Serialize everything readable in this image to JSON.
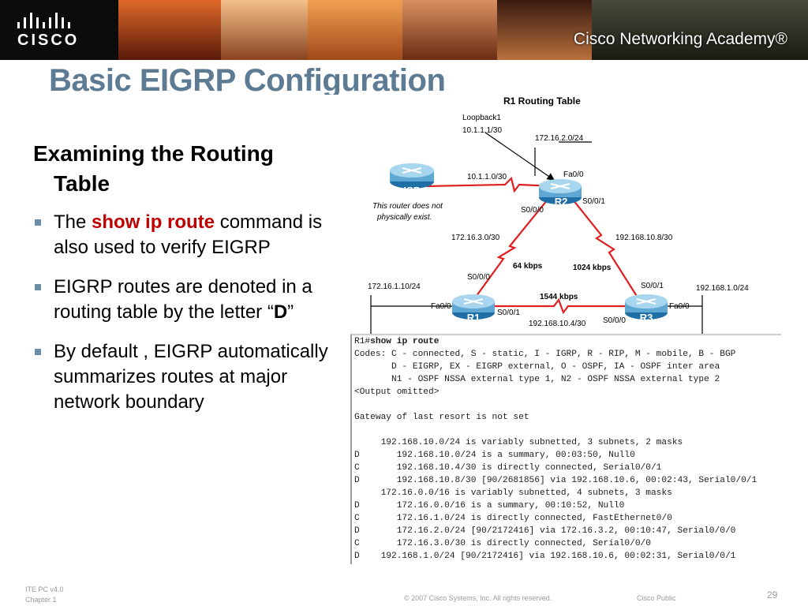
{
  "header": {
    "logo_text": "CISCO",
    "brand_text": "Cisco Networking Academy®"
  },
  "slide": {
    "title": "Basic EIGRP Configuration",
    "heading_line1": "Examining the Routing",
    "heading_line2": "Table",
    "bullets": [
      {
        "pre": "The ",
        "highlight": "show ip route",
        "post": " command is also used to verify EIGRP"
      },
      {
        "pre": "EIGRP routes are denoted in a routing table by the letter “",
        "highlight": "D",
        "post": "”"
      },
      {
        "pre": "By default , EIGRP automatically summarizes routes at major network boundary",
        "highlight": "",
        "post": ""
      }
    ]
  },
  "diagram": {
    "title": "R1 Routing Table",
    "loopback_label": "Loopback1",
    "loopback_ip": "10.1.1.1/30",
    "isp_label": "ISP",
    "isp_note_line1": "This router does not",
    "isp_note_line2": "physically exist.",
    "routers": [
      "R1",
      "R2",
      "R3"
    ],
    "labels": {
      "net_r2_lan": "172.16.2.0/24",
      "net_isp_r2": "10.1.1.0/30",
      "r2_fa00": "Fa0/0",
      "r2_s001": "S0/0/1",
      "r2_s000": "S0/0/0",
      "net_r1_r2": "172.16.3.0/30",
      "net_r2_r3": "192.168.10.8/30",
      "bw_r1_r2": "64 kbps",
      "bw_r2_r3": "1024 kbps",
      "r1_s000": "S0/0/0",
      "r3_s001": "S0/0/1",
      "net_r1_lan": "172.16.1.10/24",
      "net_r3_lan": "192.168.1.0/24",
      "bw_r1_r3": "1544 kbps",
      "r1_fa00": "Fa0/0",
      "r1_s001": "S0/0/1",
      "r3_s000": "S0/0/0",
      "r3_fa00": "Fa0/0",
      "net_r1_r3": "192.168.10.4/30"
    }
  },
  "terminal": {
    "prompt": "R1#",
    "command": "show ip route",
    "lines": [
      "Codes: C - connected, S - static, I - IGRP, R - RIP, M - mobile, B - BGP",
      "       D - EIGRP, EX - EIGRP external, O - OSPF, IA - OSPF inter area",
      "       N1 - OSPF NSSA external type 1, N2 - OSPF NSSA external type 2",
      "<Output omitted>",
      "",
      "Gateway of last resort is not set",
      "",
      "     192.168.10.0/24 is variably subnetted, 3 subnets, 2 masks",
      "D       192.168.10.0/24 is a summary, 00:03:50, Null0",
      "C       192.168.10.4/30 is directly connected, Serial0/0/1",
      "D       192.168.10.8/30 [90/2681856] via 192.168.10.6, 00:02:43, Serial0/0/1",
      "     172.16.0.0/16 is variably subnetted, 4 subnets, 3 masks",
      "D       172.16.0.0/16 is a summary, 00:10:52, Null0",
      "C       172.16.1.0/24 is directly connected, FastEthernet0/0",
      "D       172.16.2.0/24 [90/2172416] via 172.16.3.2, 00:10:47, Serial0/0/0",
      "C       172.16.3.0/30 is directly connected, Serial0/0/0",
      "D    192.168.1.0/24 [90/2172416] via 192.168.10.6, 00:02:31, Serial0/0/1"
    ]
  },
  "footer": {
    "course": "ITE PC v4.0",
    "chapter": "Chapter 1",
    "copyright": "© 2007 Cisco Systems, Inc. All rights reserved.",
    "classification": "Cisco Public",
    "page": "29"
  }
}
